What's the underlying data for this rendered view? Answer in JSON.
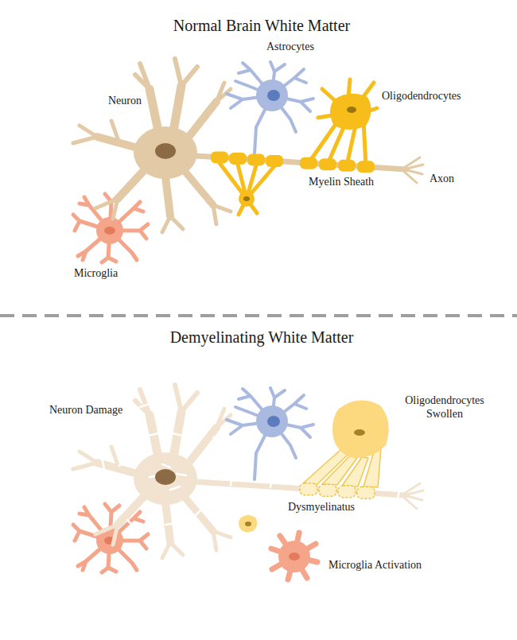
{
  "diagram": {
    "labels": [
      "Normal Brain White Matter",
      "Astrocytes",
      "Oligodendrocytes",
      "Neuron",
      "Myelin Sheath",
      "Axon",
      "Microglia",
      "Demyelinating White Matter",
      "Neuron Damage",
      "Oligodendrocytes Swollen",
      "Dysmyelinatus",
      "Microglia Activation"
    ]
  }
}
